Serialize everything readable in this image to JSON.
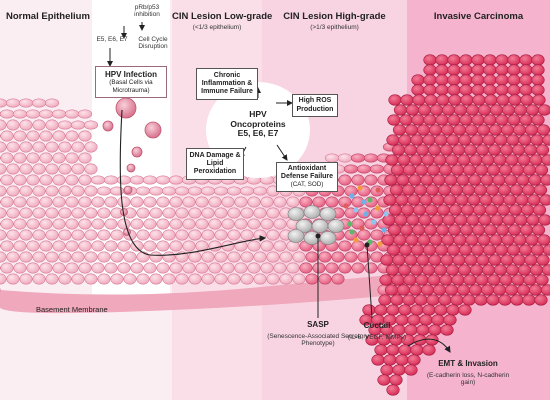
{
  "stages": [
    {
      "title": "Normal  Epithelium",
      "subtitle": ""
    },
    {
      "title": "CIN Lesion Low-grade",
      "subtitle": "(<1/3 epithelium)"
    },
    {
      "title": "CIN Lesion High-grade",
      "subtitle": "(>1/3 epithelium)"
    },
    {
      "title": "Invasive Carcinoma",
      "subtitle": ""
    }
  ],
  "infection": {
    "title": "HPV Infection",
    "detail": "(Basal Cells via Microtrauma)",
    "pathway_genes": "E5, E6, E7",
    "pathway_target": "pRb/p53 inhibition",
    "pathway_effect": "Cell Cycle Disruption"
  },
  "hub": {
    "line1": "HPV",
    "line2": "Oncoproteins",
    "line3": "E5, E6, E7"
  },
  "effects": {
    "chronic": "Chronic Inflammation & Immune Failure",
    "ros": "High ROS Production",
    "dna": "DNA Damage & Lipid Peroxidation",
    "antioxidant_title": "Antioxidant Defense Failure",
    "antioxidant_detail": "(CAT, SOD)"
  },
  "annotations": {
    "basement": "Basement Membrane",
    "sasp_title": "SASP",
    "sasp_detail": "(Senescence-Associated Secretory Phenotype)",
    "coctail_title": "Coctail",
    "coctail_detail": "(IL-6, VEGF, MMPs)",
    "emt_title": "EMT & Invasion",
    "emt_detail": "(E-cadherin loss, N-cadherin gain)"
  },
  "colors": {
    "normal_bg": "#fbeef3",
    "low_bg": "#fadfe9",
    "high_bg": "#f8d3e2",
    "invasive_bg": "#f5b3cd",
    "cell_normal": "#f4b8c8",
    "cell_high": "#ef6f8f",
    "cell_invasive": "#e8385f",
    "cell_senescent": "#c8c8c8",
    "basement": "#f0a8bc"
  },
  "icons": [
    "virus-icon",
    "arrow-icon",
    "cytokine-dot-icon"
  ]
}
